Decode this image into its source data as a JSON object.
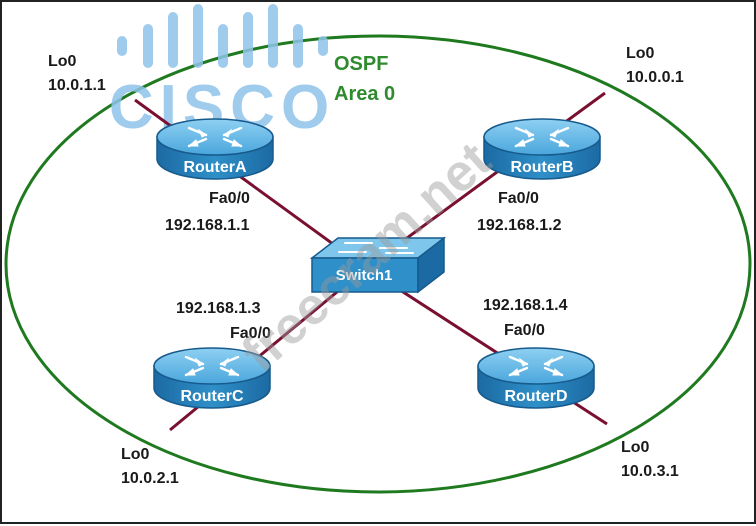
{
  "area": {
    "line1": "OSPF",
    "line2": "Area 0"
  },
  "devices": {
    "routerA": {
      "name": "RouterA",
      "lo_label": "Lo0",
      "lo_ip": "10.0.1.1",
      "if_label": "Fa0/0",
      "if_ip": "192.168.1.1"
    },
    "routerB": {
      "name": "RouterB",
      "lo_label": "Lo0",
      "lo_ip": "10.0.0.1",
      "if_label": "Fa0/0",
      "if_ip": "192.168.1.2"
    },
    "routerC": {
      "name": "RouterC",
      "lo_label": "Lo0",
      "lo_ip": "10.0.2.1",
      "if_label": "Fa0/0",
      "if_ip": "192.168.1.3"
    },
    "routerD": {
      "name": "RouterD",
      "lo_label": "Lo0",
      "lo_ip": "10.0.3.1",
      "if_label": "Fa0/0",
      "if_ip": "192.168.1.4"
    },
    "switch1": {
      "name": "Switch1"
    }
  },
  "watermark": {
    "logo_text": "CISCO",
    "site_text": "freecram.net"
  },
  "colors": {
    "area_border": "#1f7a1f",
    "area_text": "#2e8b2e",
    "link": "#7a1030",
    "router_body": "#2f8fc8",
    "router_dark": "#1a5f91",
    "router_top": "#6fc0ea",
    "watermark_logo": "#8fc3ea"
  }
}
